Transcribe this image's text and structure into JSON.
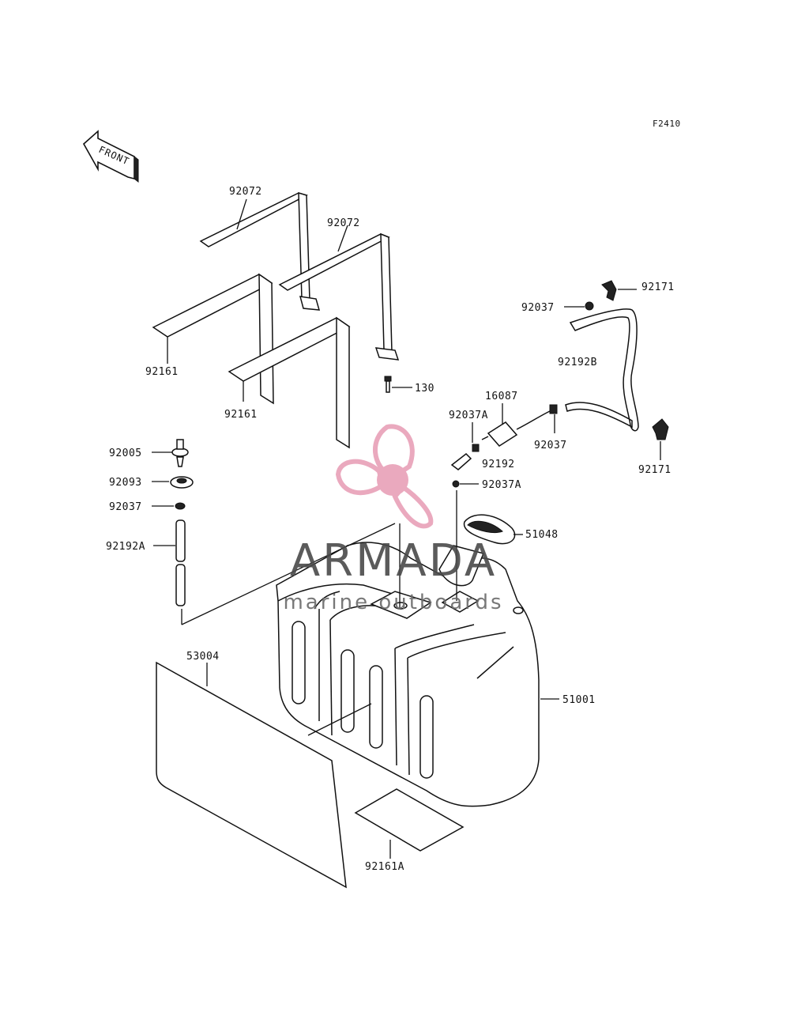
{
  "figure_code": "F2410",
  "front_arrow_label": "FRONT",
  "watermark": {
    "brand": "ARMADA",
    "tagline": "marine outboards",
    "logo_color": "#e8a0b8",
    "text_color": "#4a4a4a"
  },
  "labels": {
    "l92072a": "92072",
    "l92072b": "92072",
    "l92161a": "92161",
    "l92161b": "92161",
    "l130": "130",
    "l92171a": "92171",
    "l92037a": "92037",
    "l92192b": "92192B",
    "l16087": "16087",
    "l92037Aa": "92037A",
    "l92037b": "92037",
    "l92192": "92192",
    "l92171b": "92171",
    "l92037Ab": "92037A",
    "l92005": "92005",
    "l92093": "92093",
    "l92037c": "92037",
    "l92192A": "92192A",
    "l51048": "51048",
    "l53004": "53004",
    "l51001": "51001",
    "l92161A": "92161A"
  }
}
